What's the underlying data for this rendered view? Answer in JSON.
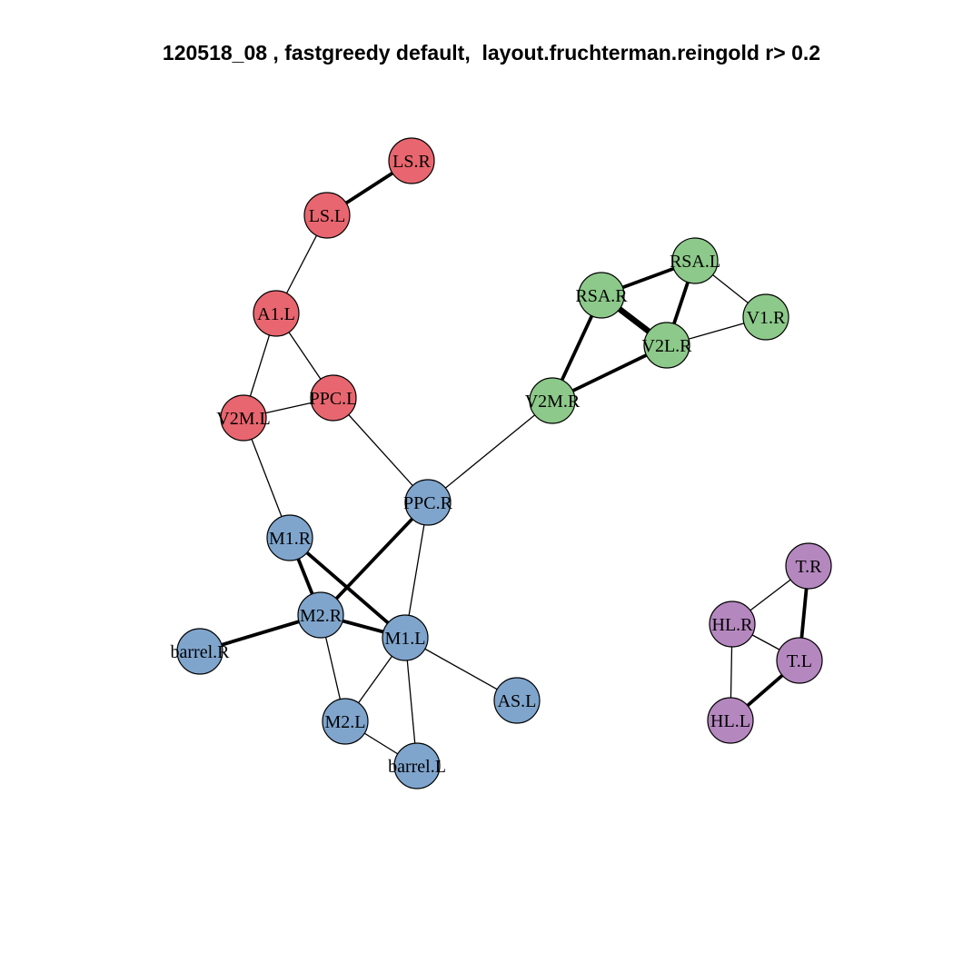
{
  "title": "120518_08 , fastgreedy default,  layout.fruchterman.reingold r> 0.2",
  "groups": {
    "red": "#E8666F",
    "green": "#8DC98A",
    "blue": "#7FA5CD",
    "purple": "#B587BF"
  },
  "nodes": [
    {
      "id": "LS.R",
      "label": "LS.R",
      "group": "red"
    },
    {
      "id": "LS.L",
      "label": "LS.L",
      "group": "red"
    },
    {
      "id": "A1.L",
      "label": "A1.L",
      "group": "red"
    },
    {
      "id": "PPC.L",
      "label": "PPC.L",
      "group": "red"
    },
    {
      "id": "V2M.L",
      "label": "V2M.L",
      "group": "red"
    },
    {
      "id": "RSA.L",
      "label": "RSA.L",
      "group": "green"
    },
    {
      "id": "RSA.R",
      "label": "RSA.R",
      "group": "green"
    },
    {
      "id": "V1.R",
      "label": "V1.R",
      "group": "green"
    },
    {
      "id": "V2L.R",
      "label": "V2L.R",
      "group": "green"
    },
    {
      "id": "V2M.R",
      "label": "V2M.R",
      "group": "green"
    },
    {
      "id": "PPC.R",
      "label": "PPC.R",
      "group": "blue"
    },
    {
      "id": "M1.R",
      "label": "M1.R",
      "group": "blue"
    },
    {
      "id": "M2.R",
      "label": "M2.R",
      "group": "blue"
    },
    {
      "id": "M1.L",
      "label": "M1.L",
      "group": "blue"
    },
    {
      "id": "barrel.R",
      "label": "barrel.R",
      "group": "blue"
    },
    {
      "id": "AS.L",
      "label": "AS.L",
      "group": "blue"
    },
    {
      "id": "M2.L",
      "label": "M2.L",
      "group": "blue"
    },
    {
      "id": "barrel.L",
      "label": "barrel.L",
      "group": "blue"
    },
    {
      "id": "T.R",
      "label": "T.R",
      "group": "purple"
    },
    {
      "id": "HL.R",
      "label": "HL.R",
      "group": "purple"
    },
    {
      "id": "T.L",
      "label": "T.L",
      "group": "purple"
    },
    {
      "id": "HL.L",
      "label": "HL.L",
      "group": "purple"
    }
  ],
  "edges": [
    {
      "source": "LS.R",
      "target": "LS.L",
      "weight": 2
    },
    {
      "source": "LS.L",
      "target": "A1.L",
      "weight": 1
    },
    {
      "source": "A1.L",
      "target": "V2M.L",
      "weight": 1
    },
    {
      "source": "A1.L",
      "target": "PPC.L",
      "weight": 1
    },
    {
      "source": "V2M.L",
      "target": "PPC.L",
      "weight": 1
    },
    {
      "source": "PPC.L",
      "target": "PPC.R",
      "weight": 1
    },
    {
      "source": "V2M.L",
      "target": "M1.R",
      "weight": 1
    },
    {
      "source": "PPC.R",
      "target": "V2M.R",
      "weight": 1
    },
    {
      "source": "V2M.R",
      "target": "RSA.R",
      "weight": 2
    },
    {
      "source": "V2M.R",
      "target": "V2L.R",
      "weight": 2
    },
    {
      "source": "RSA.R",
      "target": "RSA.L",
      "weight": 2
    },
    {
      "source": "RSA.R",
      "target": "V2L.R",
      "weight": 3
    },
    {
      "source": "RSA.L",
      "target": "V2L.R",
      "weight": 2
    },
    {
      "source": "RSA.L",
      "target": "V1.R",
      "weight": 1
    },
    {
      "source": "V1.R",
      "target": "V2L.R",
      "weight": 1
    },
    {
      "source": "PPC.R",
      "target": "M2.R",
      "weight": 2
    },
    {
      "source": "PPC.R",
      "target": "M1.L",
      "weight": 1
    },
    {
      "source": "M1.R",
      "target": "M2.R",
      "weight": 2
    },
    {
      "source": "M1.R",
      "target": "M1.L",
      "weight": 2
    },
    {
      "source": "M2.R",
      "target": "M1.L",
      "weight": 2
    },
    {
      "source": "M2.R",
      "target": "barrel.R",
      "weight": 2
    },
    {
      "source": "M2.R",
      "target": "M2.L",
      "weight": 1
    },
    {
      "source": "M1.L",
      "target": "M2.L",
      "weight": 1
    },
    {
      "source": "M1.L",
      "target": "barrel.L",
      "weight": 1
    },
    {
      "source": "M1.L",
      "target": "AS.L",
      "weight": 1
    },
    {
      "source": "M2.L",
      "target": "barrel.L",
      "weight": 1
    },
    {
      "source": "T.R",
      "target": "HL.R",
      "weight": 1
    },
    {
      "source": "T.R",
      "target": "T.L",
      "weight": 2
    },
    {
      "source": "HL.R",
      "target": "T.L",
      "weight": 1
    },
    {
      "source": "HL.R",
      "target": "HL.L",
      "weight": 1
    },
    {
      "source": "HL.L",
      "target": "T.L",
      "weight": 2
    }
  ]
}
